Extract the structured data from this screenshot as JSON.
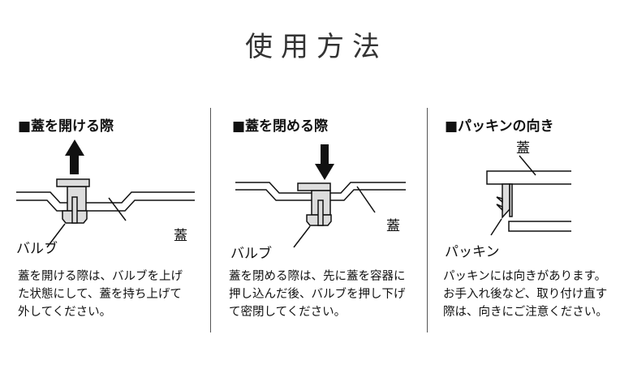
{
  "title": "使用方法",
  "panels": [
    {
      "heading": "■蓋を開ける際",
      "label_valve": "バルブ",
      "label_lid": "蓋",
      "text": "蓋を開ける際は、バルブを上げ\nた状態にして、蓋を持ち上げて\n外してください。"
    },
    {
      "heading": "■蓋を閉める際",
      "label_valve": "バルブ",
      "label_lid": "蓋",
      "text": "蓋を閉める際は、先に蓋を容器に\n押し込んだ後、バルブを押し下げ\nて密閉してください。"
    },
    {
      "heading": "■パッキンの向き",
      "label_lid": "蓋",
      "label_packing": "パッキン",
      "text": "パッキンには向きがあります。\nお手入れ後など、取り付け直す\n際は、向きにご注意ください。"
    }
  ]
}
